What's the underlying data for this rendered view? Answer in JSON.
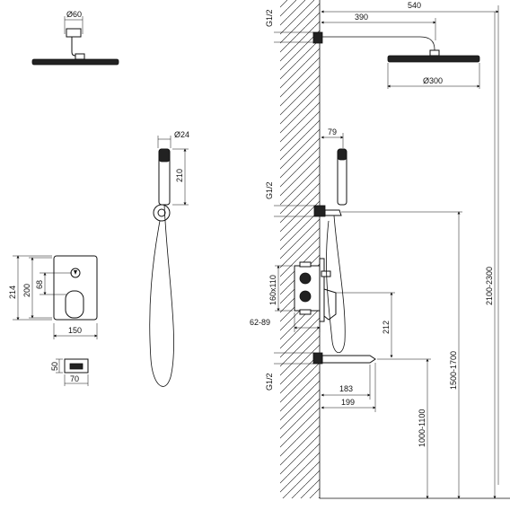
{
  "shower_head": {
    "diameter_label": "Ø60",
    "head_width_label": "Ø300",
    "arm_total_label": "540",
    "arm_projection_label": "390",
    "thread_label": "G1/2"
  },
  "hand_shower": {
    "diameter_label": "Ø24",
    "length_label": "210",
    "offset_label": "79",
    "thread_label": "G1/2"
  },
  "mixer_plate": {
    "width_label": "150",
    "height_outer_label": "214",
    "height_inner_label": "200",
    "knob_offset_label": "68",
    "box_label": "160x110",
    "depth_label": "62-89",
    "handle_height_label": "212"
  },
  "spout": {
    "height_label": "50",
    "width_label": "70",
    "reach_label": "183",
    "reach_total_label": "199",
    "thread_label": "G1/2"
  },
  "heights": {
    "spout_height_label": "1000-1100",
    "holder_height_label": "1500-1700",
    "head_height_label": "2100-2300"
  }
}
